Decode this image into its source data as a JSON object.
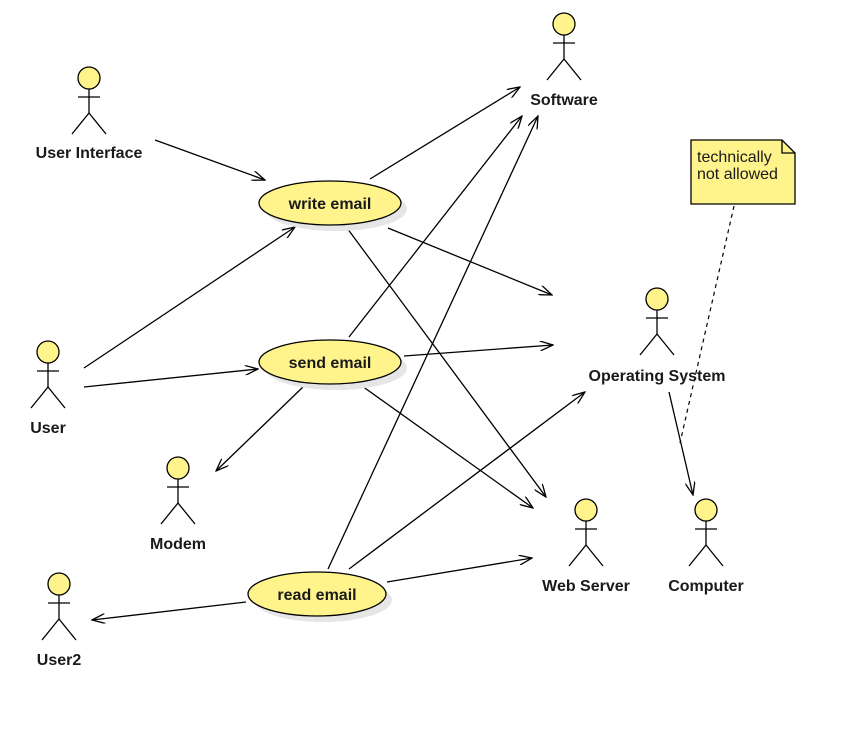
{
  "colors": {
    "fill": "#fff48c",
    "stroke": "#000000",
    "shadow": "#e6e6e6"
  },
  "actors": [
    {
      "id": "user-interface",
      "label": "User Interface"
    },
    {
      "id": "software",
      "label": "Software"
    },
    {
      "id": "user",
      "label": "User"
    },
    {
      "id": "operating-system",
      "label": "Operating System"
    },
    {
      "id": "modem",
      "label": "Modem"
    },
    {
      "id": "web-server",
      "label": "Web Server"
    },
    {
      "id": "computer",
      "label": "Computer"
    },
    {
      "id": "user2",
      "label": "User2"
    }
  ],
  "use_cases": [
    {
      "id": "write-email",
      "label": "write email"
    },
    {
      "id": "send-email",
      "label": "send email"
    },
    {
      "id": "read-email",
      "label": "read email"
    }
  ],
  "note": {
    "lines": [
      "technically",
      "not allowed"
    ]
  },
  "associations": [
    {
      "from": "user-interface",
      "to": "write-email"
    },
    {
      "from": "user",
      "to": "write-email"
    },
    {
      "from": "user",
      "to": "send-email"
    },
    {
      "from": "write-email",
      "to": "software"
    },
    {
      "from": "write-email",
      "to": "operating-system"
    },
    {
      "from": "write-email",
      "to": "web-server"
    },
    {
      "from": "send-email",
      "to": "software"
    },
    {
      "from": "send-email",
      "to": "operating-system"
    },
    {
      "from": "send-email",
      "to": "modem"
    },
    {
      "from": "send-email",
      "to": "web-server"
    },
    {
      "from": "read-email",
      "to": "software"
    },
    {
      "from": "read-email",
      "to": "operating-system"
    },
    {
      "from": "read-email",
      "to": "web-server"
    },
    {
      "from": "read-email",
      "to": "user2"
    },
    {
      "from": "operating-system",
      "to": "computer"
    }
  ]
}
